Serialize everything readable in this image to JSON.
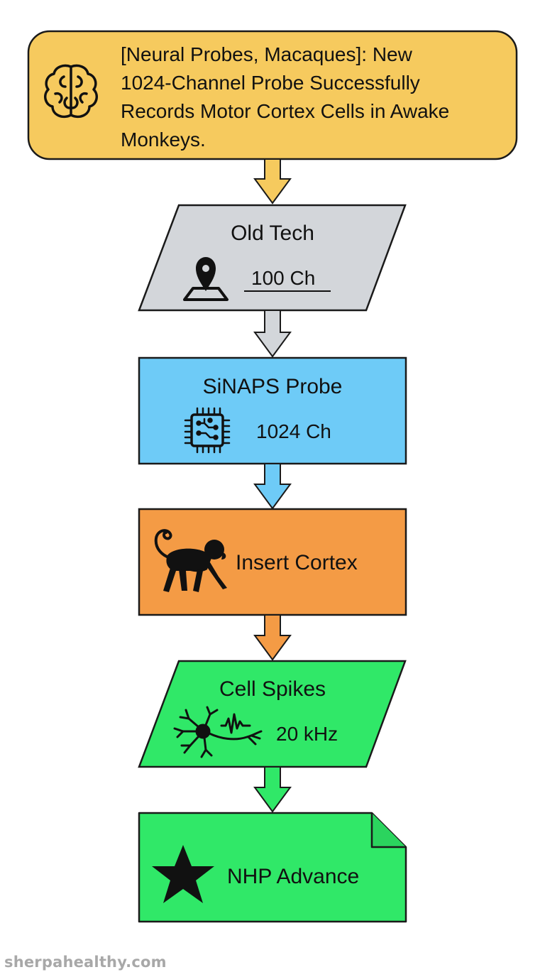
{
  "header": {
    "lines": [
      "[Neural Probes, Macaques]: New",
      "1024-Channel Probe Successfully",
      "Records Motor Cortex Cells in Awake",
      "Monkeys."
    ],
    "icon": "brain-icon",
    "color": "#f6ca5e"
  },
  "steps": {
    "old_tech": {
      "title": "Old Tech",
      "value": "100 Ch",
      "icon": "map-pin-icon",
      "color": "#d3d6da"
    },
    "sinaps": {
      "title": "SiNAPS Probe",
      "value": "1024 Ch",
      "icon": "chip-icon",
      "color": "#6ecbf7"
    },
    "insert": {
      "title": "Insert Cortex",
      "icon": "monkey-icon",
      "color": "#f49b45"
    },
    "spikes": {
      "title": "Cell Spikes",
      "value": "20 kHz",
      "icon": "neuron-icon",
      "color": "#30e868"
    },
    "advance": {
      "title": "NHP Advance",
      "icon": "star-icon",
      "color": "#30e868"
    }
  },
  "arrows": {
    "colors": [
      "#f6ca5e",
      "#d3d6da",
      "#6ecbf7",
      "#f49b45",
      "#30e868"
    ]
  },
  "watermark": "sherpahealthy.com"
}
